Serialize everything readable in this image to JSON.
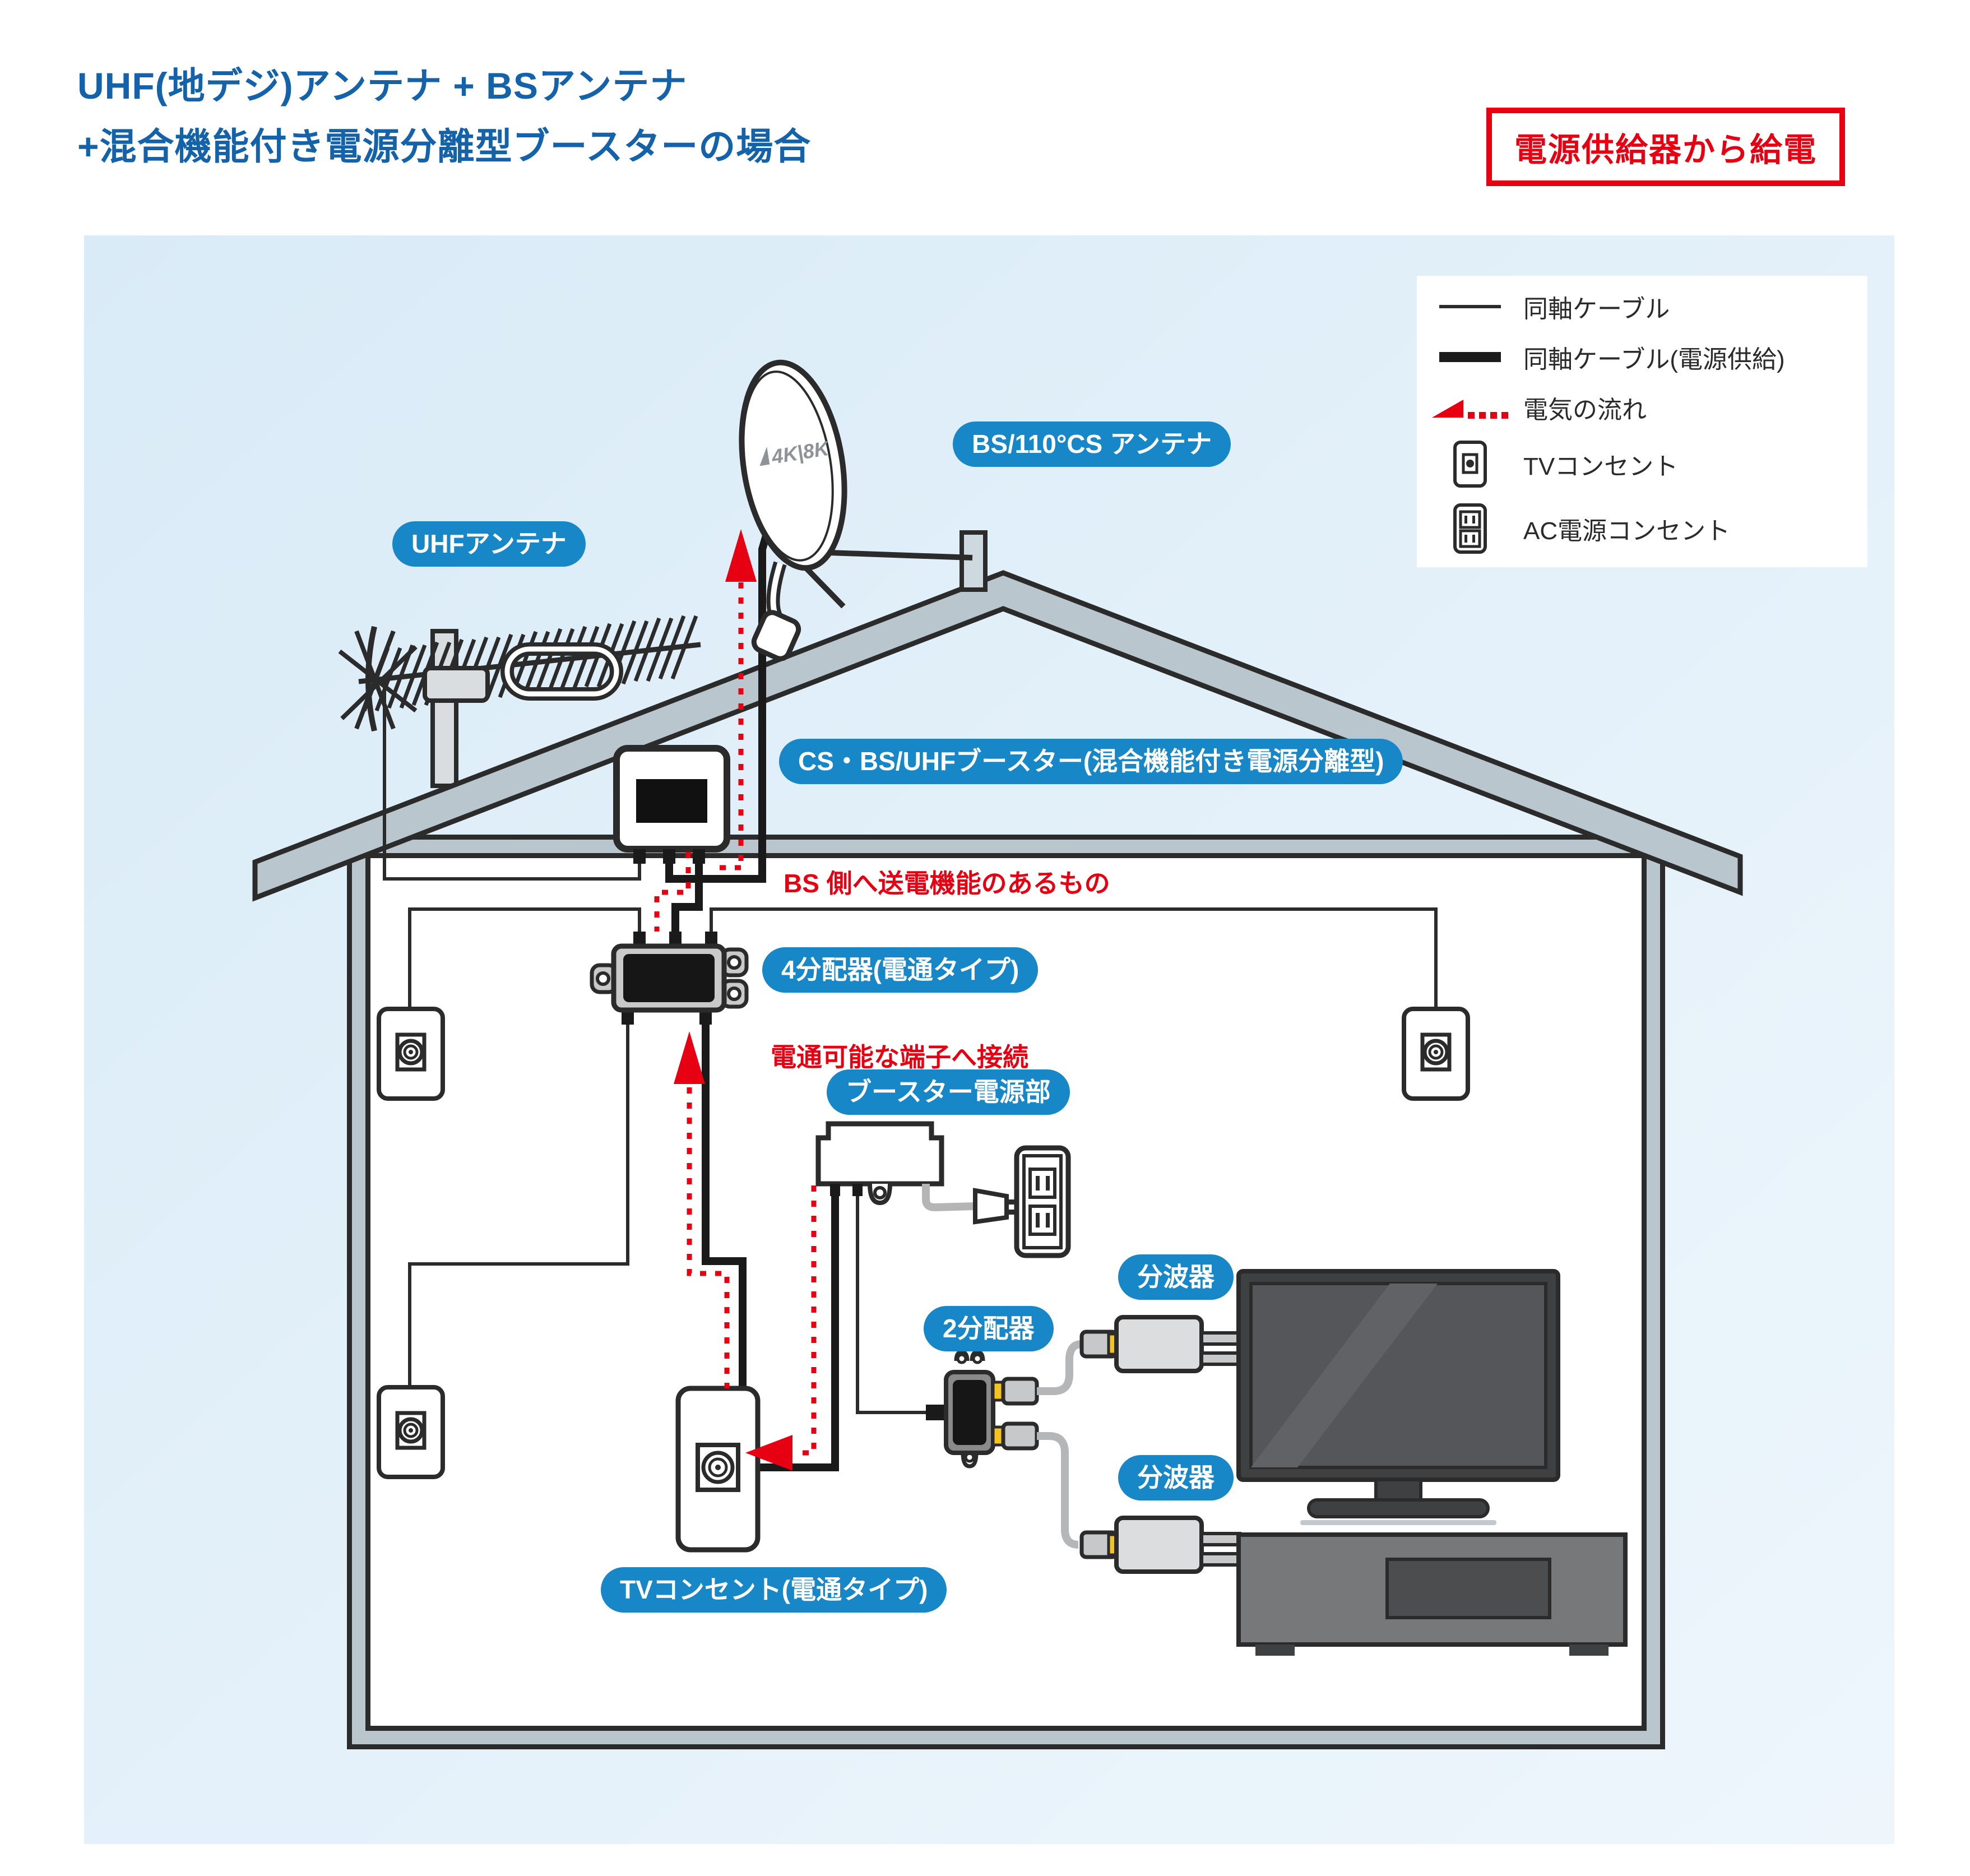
{
  "title": {
    "line1": "UHF(地デジ)アンテナ + BSアンテナ",
    "line2": "+混合機能付き電源分離型ブースターの場合"
  },
  "badge": {
    "text": "電源供給器から給電"
  },
  "legend": {
    "items": [
      {
        "icon": "coax-line-icon",
        "label": "同軸ケーブル"
      },
      {
        "icon": "coax-power-line-icon",
        "label": "同軸ケーブル(電源供給)"
      },
      {
        "icon": "power-flow-arrow-icon",
        "label": "電気の流れ"
      },
      {
        "icon": "tv-outlet-icon",
        "label": "TVコンセント"
      },
      {
        "icon": "ac-outlet-icon",
        "label": "AC電源コンセント"
      }
    ]
  },
  "labels": {
    "uhf_antenna": "UHFアンテナ",
    "bs_antenna": "BS/110°CS アンテナ",
    "booster": "CS・BS/UHFブースター(混合機能付き電源分離型)",
    "booster_note": "BS 側へ送電機能のあるもの",
    "splitter4": "4分配器(電通タイプ)",
    "splitter4_note": "電通可能な端子へ接続",
    "booster_power": "ブースター電源部",
    "splitter2": "2分配器",
    "separator1": "分波器",
    "separator2": "分波器",
    "tv_outlet_powered": "TVコンセント(電通タイプ)"
  },
  "dish_logo": "4K|8K",
  "colors": {
    "accent_blue": "#1787c7",
    "title_blue": "#1462a9",
    "alert_red": "#e60012",
    "sky_blue": "#ddedf8",
    "wall_gray": "#b9c6ce"
  }
}
